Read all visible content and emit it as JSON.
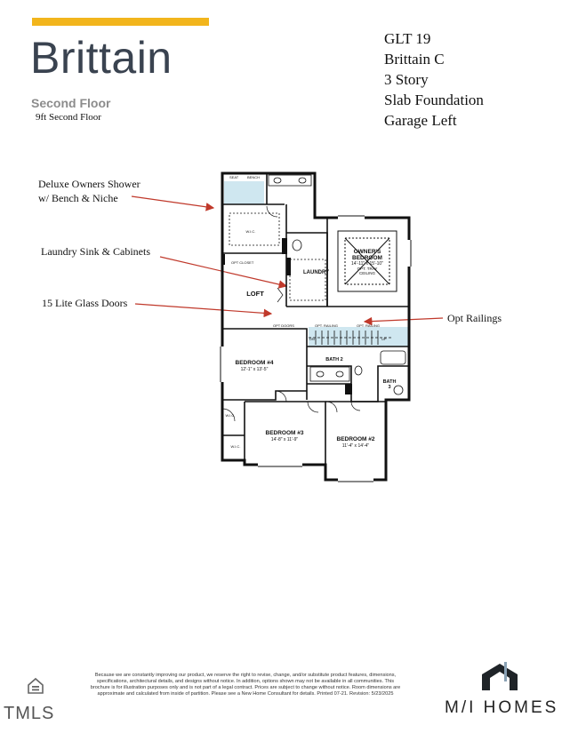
{
  "header": {
    "title": "Brittain",
    "floor_name": "Second Floor",
    "floor_sub": "9ft Second Floor"
  },
  "lot": {
    "lines": [
      "GLT 19",
      "Brittain C",
      "3 Story",
      "Slab Foundation",
      "Garage Left"
    ]
  },
  "callouts": {
    "shower_line1": "Deluxe Owners Shower",
    "shower_line2": "w/ Bench & Niche",
    "laundry": "Laundry Sink & Cabinets",
    "glass_doors": "15 Lite Glass Doors",
    "railings": "Opt Railings"
  },
  "rooms": {
    "owners_bedroom": "OWNER'S",
    "owners_bedroom_2": "BEDROOM",
    "owners_dims": "14'-11\" x 15'-10\"",
    "owners_opt": "OPT. TRAY",
    "owners_opt2": "CEILING",
    "laundry": "LAUNDRY",
    "loft": "LOFT",
    "bedroom4": "BEDROOM #4",
    "bedroom4_dims": "12'-1\" x 13'-5\"",
    "bedroom3": "BEDROOM #3",
    "bedroom3_dims": "14'-8\" x 11'-9\"",
    "bedroom2": "BEDROOM #2",
    "bedroom2_dims": "11'-4\" x 14'-4\"",
    "bath2": "BATH 2",
    "bath3": "BATH",
    "bath3_num": "3",
    "wic": "W.I.C.",
    "seat": "SEAT",
    "bench": "BENCH",
    "opt_railing": "OPT. RAILING",
    "dn": "DN",
    "up": "UP",
    "opt_closet": "OPT CLOSET",
    "opt_doors": "OPT DOORS"
  },
  "footer": {
    "disclaimer": "Because we are constantly improving our product, we reserve the right to revise, change, and/or substitute product features, dimensions, specifications, architectural details, and designs without notice. In addition, options shown may not be available in all communities. This brochure is for illustration purposes only and is not part of a legal contract. Prices are subject to change without notice. Room dimensions are approximate and calculated from inside of partition. Please see a New Home Consultant for details. Printed 07-21. Revision: 5/23/2025",
    "tmls": "TMLS",
    "brand": "M/I HOMES"
  },
  "colors": {
    "accent_yellow": "#f2b51c",
    "title_gray": "#3a4350",
    "arrow_red": "#c0392b",
    "glass_blue": "#cfe7f0"
  }
}
